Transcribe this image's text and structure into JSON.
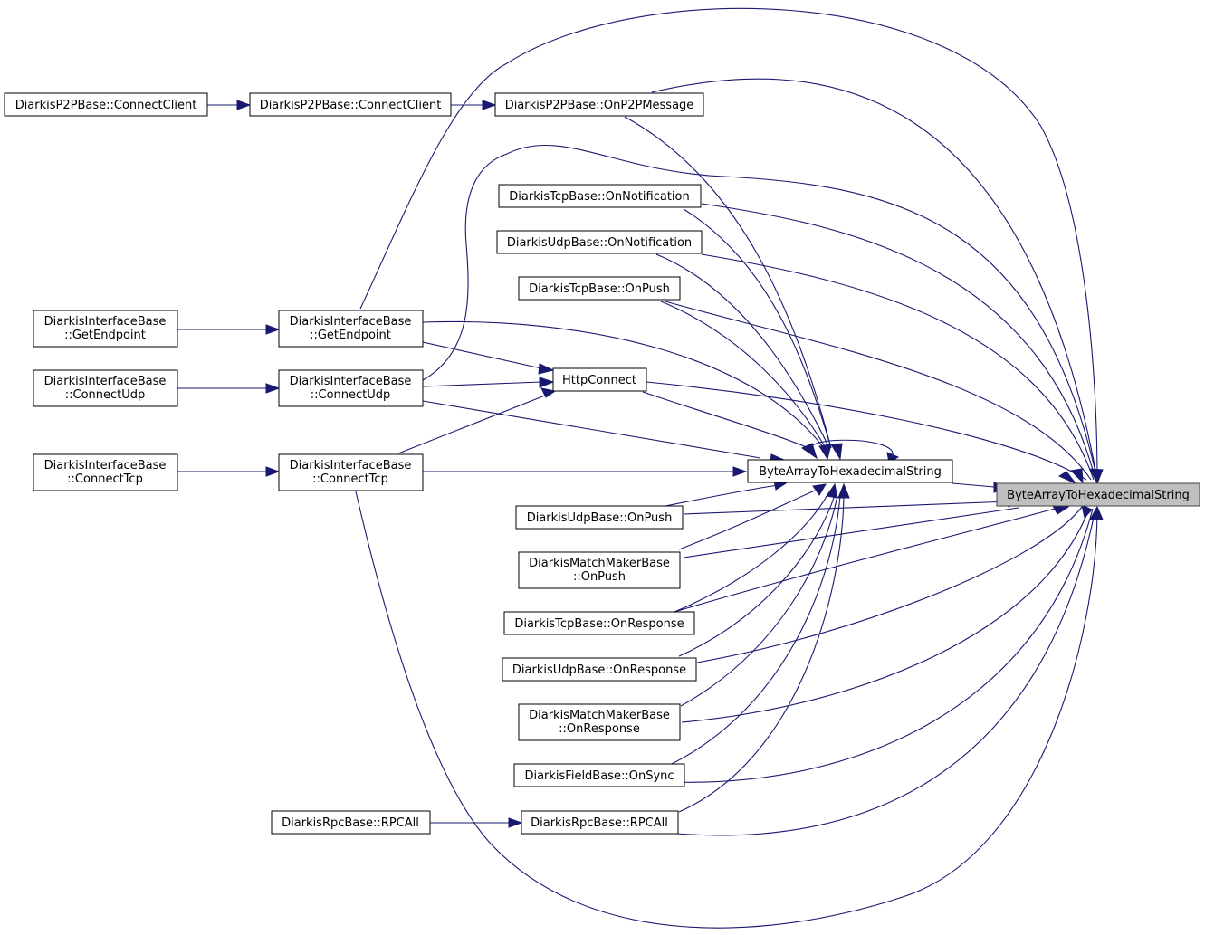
{
  "graph": {
    "title": "",
    "colors": {
      "edge": "#191970",
      "root_fill": "#bfbfbf",
      "node_fill": "#ffffff",
      "node_border": "#000000"
    },
    "nodes": [
      {
        "id": "root",
        "lines": [
          "ByteArrayToHexadecimalString"
        ],
        "root": true
      },
      {
        "id": "bath2",
        "lines": [
          "ByteArrayToHexadecimalString"
        ]
      },
      {
        "id": "p2p_cc1",
        "lines": [
          "DiarkisP2PBase::ConnectClient"
        ]
      },
      {
        "id": "p2p_cc2",
        "lines": [
          "DiarkisP2PBase::ConnectClient"
        ]
      },
      {
        "id": "p2p_msg",
        "lines": [
          "DiarkisP2PBase::OnP2PMessage"
        ]
      },
      {
        "id": "tcp_notif",
        "lines": [
          "DiarkisTcpBase::OnNotification"
        ]
      },
      {
        "id": "udp_notif",
        "lines": [
          "DiarkisUdpBase::OnNotification"
        ]
      },
      {
        "id": "tcp_push",
        "lines": [
          "DiarkisTcpBase::OnPush"
        ]
      },
      {
        "id": "if_ge1",
        "lines": [
          "DiarkisInterfaceBase",
          "::GetEndpoint"
        ]
      },
      {
        "id": "if_ge2",
        "lines": [
          "DiarkisInterfaceBase",
          "::GetEndpoint"
        ]
      },
      {
        "id": "if_cu1",
        "lines": [
          "DiarkisInterfaceBase",
          "::ConnectUdp"
        ]
      },
      {
        "id": "if_cu2",
        "lines": [
          "DiarkisInterfaceBase",
          "::ConnectUdp"
        ]
      },
      {
        "id": "http",
        "lines": [
          "HttpConnect"
        ]
      },
      {
        "id": "if_ct1",
        "lines": [
          "DiarkisInterfaceBase",
          "::ConnectTcp"
        ]
      },
      {
        "id": "if_ct2",
        "lines": [
          "DiarkisInterfaceBase",
          "::ConnectTcp"
        ]
      },
      {
        "id": "udp_push",
        "lines": [
          "DiarkisUdpBase::OnPush"
        ]
      },
      {
        "id": "mm_push",
        "lines": [
          "DiarkisMatchMakerBase",
          "::OnPush"
        ]
      },
      {
        "id": "tcp_resp",
        "lines": [
          "DiarkisTcpBase::OnResponse"
        ]
      },
      {
        "id": "udp_resp",
        "lines": [
          "DiarkisUdpBase::OnResponse"
        ]
      },
      {
        "id": "mm_resp",
        "lines": [
          "DiarkisMatchMakerBase",
          "::OnResponse"
        ]
      },
      {
        "id": "field_sync",
        "lines": [
          "DiarkisFieldBase::OnSync"
        ]
      },
      {
        "id": "rpc1",
        "lines": [
          "DiarkisRpcBase::RPCAll"
        ]
      },
      {
        "id": "rpc2",
        "lines": [
          "DiarkisRpcBase::RPCAll"
        ]
      }
    ]
  }
}
